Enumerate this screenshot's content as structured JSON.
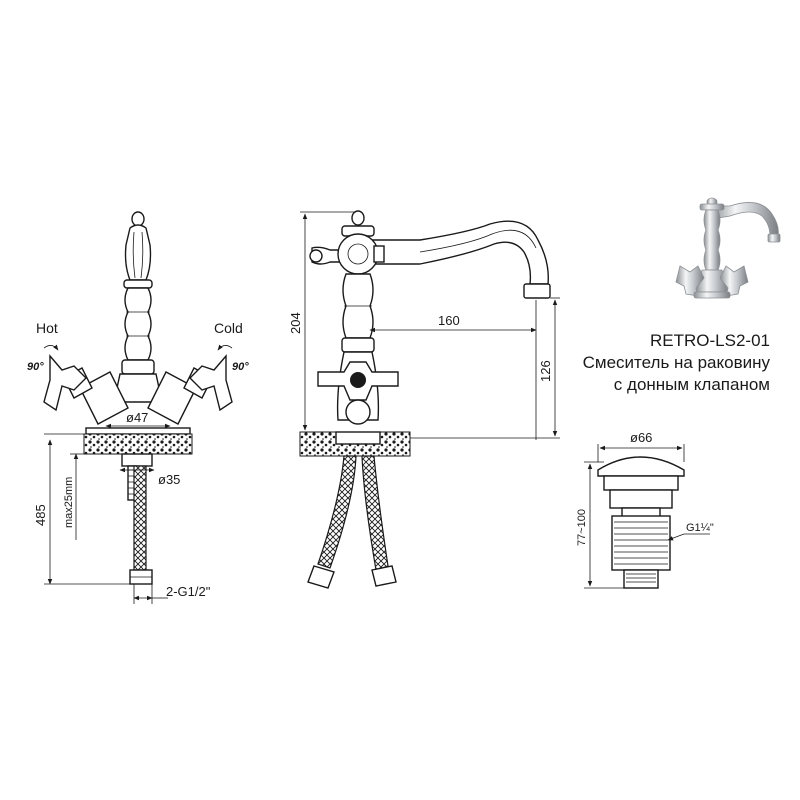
{
  "product": {
    "model": "RETRO-LS2-01",
    "description_line1": "Смеситель на раковину",
    "description_line2": "с донным клапаном"
  },
  "front_view": {
    "hot_label": "Hot",
    "cold_label": "Cold",
    "rotation_left": "90°",
    "rotation_right": "90°",
    "dim_base_diameter": "ø47",
    "dim_shank_diameter": "ø35",
    "dim_total_height": "485",
    "dim_max_thickness": "max25mm",
    "dim_connection": "2-G1/2\""
  },
  "side_view": {
    "dim_height": "204",
    "dim_reach": "160",
    "dim_spout_height": "126"
  },
  "drain_valve": {
    "dim_diameter": "ø66",
    "dim_height_range": "77~100",
    "dim_thread": "G1¼\""
  },
  "colors": {
    "line": "#1a1a1a",
    "background": "#ffffff",
    "chrome_light": "#e6e8ea",
    "chrome_dark": "#8c9094"
  }
}
